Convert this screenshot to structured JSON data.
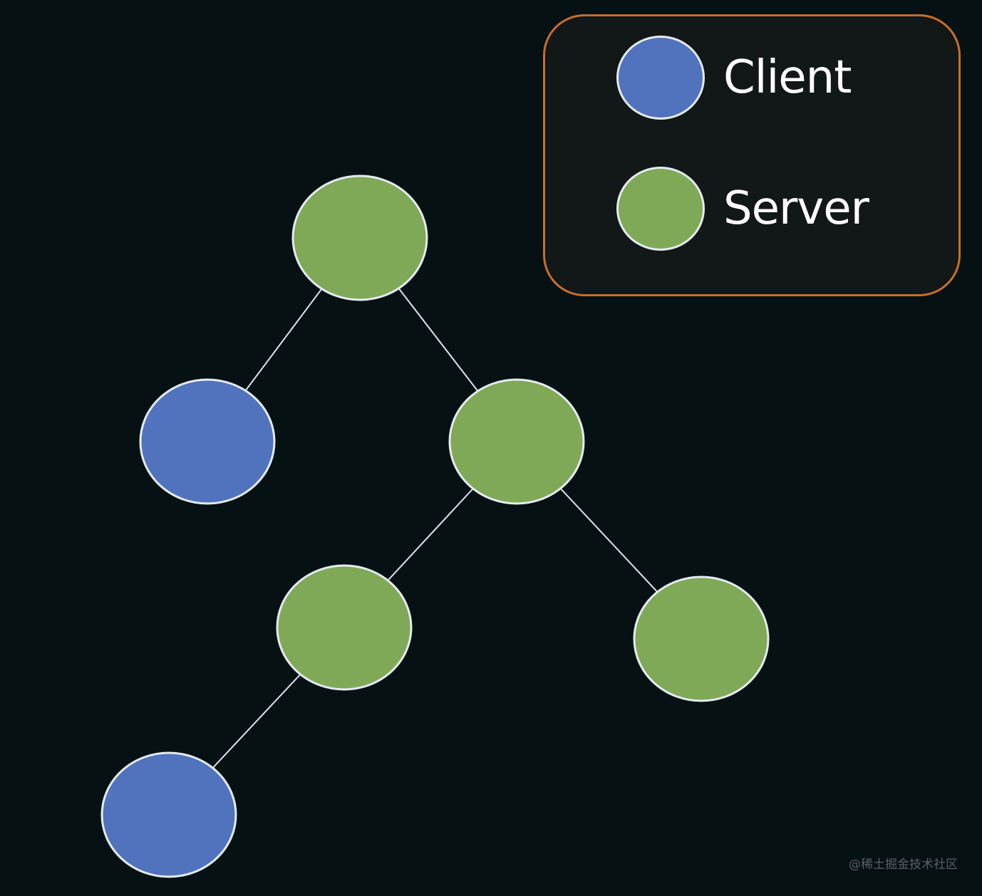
{
  "colors": {
    "background": "#061114",
    "client": "#5173bd",
    "server": "#7fa956",
    "node_outline": "#e4ebf0",
    "edge": "#dfe5ea",
    "legend_border": "#c86e2c",
    "legend_fill": "#121718"
  },
  "legend": {
    "items": [
      {
        "label": "Client",
        "color": "#5173bd"
      },
      {
        "label": "Server",
        "color": "#7fa956"
      }
    ]
  },
  "tree": {
    "nodes": [
      {
        "id": "root",
        "kind": "server"
      },
      {
        "id": "left-1",
        "kind": "client"
      },
      {
        "id": "right-1",
        "kind": "server"
      },
      {
        "id": "left-2",
        "kind": "server"
      },
      {
        "id": "right-2",
        "kind": "server"
      },
      {
        "id": "left-3",
        "kind": "client"
      }
    ],
    "edges": [
      {
        "from": "root",
        "to": "left-1"
      },
      {
        "from": "root",
        "to": "right-1"
      },
      {
        "from": "right-1",
        "to": "left-2"
      },
      {
        "from": "right-1",
        "to": "right-2"
      },
      {
        "from": "left-2",
        "to": "left-3"
      }
    ]
  },
  "watermark": "@稀土掘金技术社区"
}
